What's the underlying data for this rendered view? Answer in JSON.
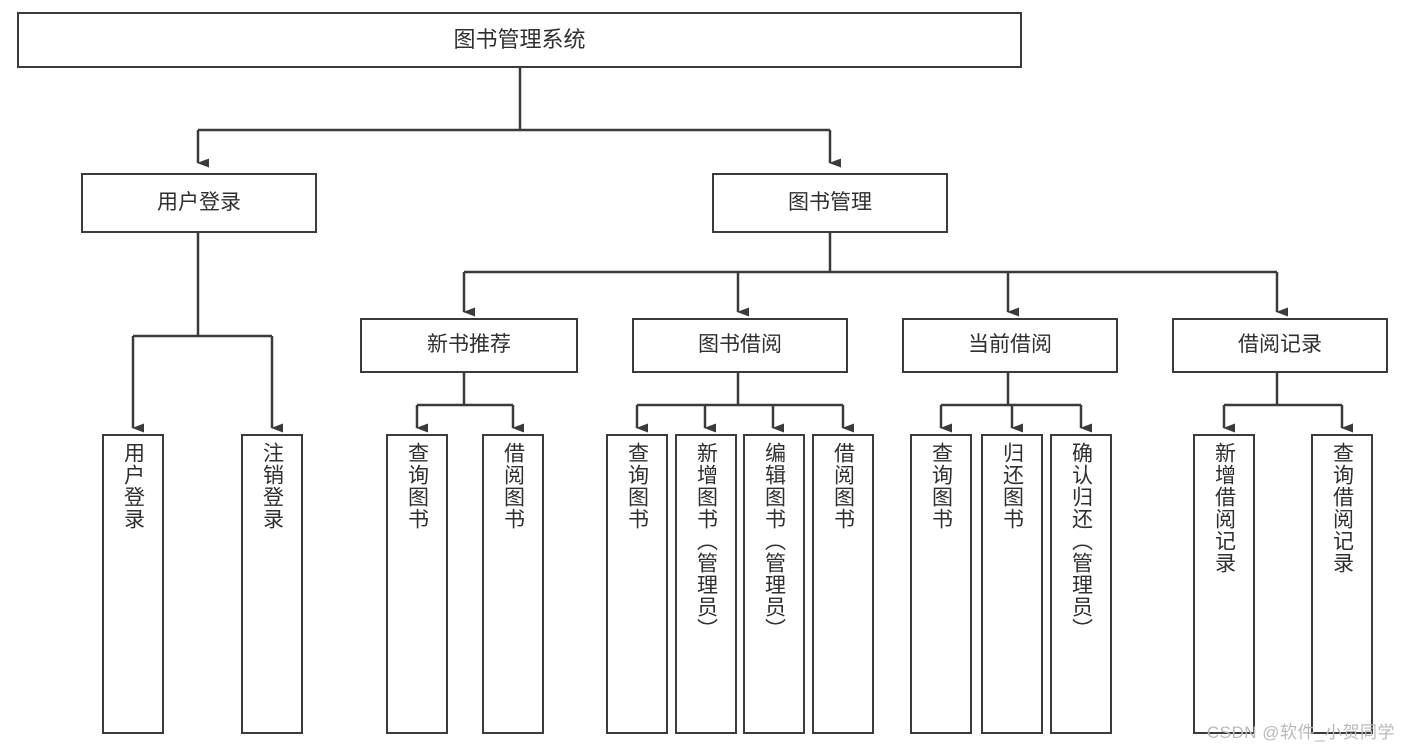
{
  "diagram": {
    "title": "图书管理系统",
    "type": "功能结构图",
    "watermark": "CSDN @软件_小贺同学",
    "style": {
      "border_color": "#3b3b3b",
      "fill_color": "#ffffff",
      "text_color": "#2f2f2f",
      "connector_color": "#3b3b3b",
      "watermark_color": "#b9b9b9"
    },
    "nodes": {
      "root": {
        "label": "图书管理系统",
        "level": 0,
        "orientation": "horizontal"
      },
      "level1": [
        {
          "id": "user-login",
          "label": "用户登录",
          "orientation": "horizontal"
        },
        {
          "id": "book-manage",
          "label": "图书管理",
          "orientation": "horizontal"
        }
      ],
      "level2": [
        {
          "id": "new-book-recommend",
          "label": "新书推荐",
          "parent": "book-manage",
          "orientation": "horizontal"
        },
        {
          "id": "book-borrow",
          "label": "图书借阅",
          "parent": "book-manage",
          "orientation": "horizontal"
        },
        {
          "id": "current-borrow",
          "label": "当前借阅",
          "parent": "book-manage",
          "orientation": "horizontal"
        },
        {
          "id": "borrow-record",
          "label": "借阅记录",
          "parent": "book-manage",
          "orientation": "horizontal"
        }
      ],
      "leaves": [
        {
          "id": "leaf-user-login",
          "label": "用户登录",
          "parent": "user-login",
          "orientation": "vertical"
        },
        {
          "id": "leaf-user-logout",
          "label": "注销登录",
          "parent": "user-login",
          "orientation": "vertical"
        },
        {
          "id": "leaf-query-book-1",
          "label": "查询图书",
          "parent": "new-book-recommend",
          "orientation": "vertical"
        },
        {
          "id": "leaf-borrow-book-1",
          "label": "借阅图书",
          "parent": "new-book-recommend",
          "orientation": "vertical"
        },
        {
          "id": "leaf-query-book-2",
          "label": "查询图书",
          "parent": "book-borrow",
          "orientation": "vertical"
        },
        {
          "id": "leaf-add-book",
          "label": "新增图书（管理员）",
          "parent": "book-borrow",
          "orientation": "vertical"
        },
        {
          "id": "leaf-edit-book",
          "label": "编辑图书（管理员）",
          "parent": "book-borrow",
          "orientation": "vertical"
        },
        {
          "id": "leaf-borrow-book-2",
          "label": "借阅图书",
          "parent": "book-borrow",
          "orientation": "vertical"
        },
        {
          "id": "leaf-query-book-3",
          "label": "查询图书",
          "parent": "current-borrow",
          "orientation": "vertical"
        },
        {
          "id": "leaf-return-book",
          "label": "归还图书",
          "parent": "current-borrow",
          "orientation": "vertical"
        },
        {
          "id": "leaf-confirm-return",
          "label": "确认归还（管理员）",
          "parent": "current-borrow",
          "orientation": "vertical"
        },
        {
          "id": "leaf-add-record",
          "label": "新增借阅记录",
          "parent": "borrow-record",
          "orientation": "vertical"
        },
        {
          "id": "leaf-query-record",
          "label": "查询借阅记录",
          "parent": "borrow-record",
          "orientation": "vertical"
        }
      ]
    }
  }
}
